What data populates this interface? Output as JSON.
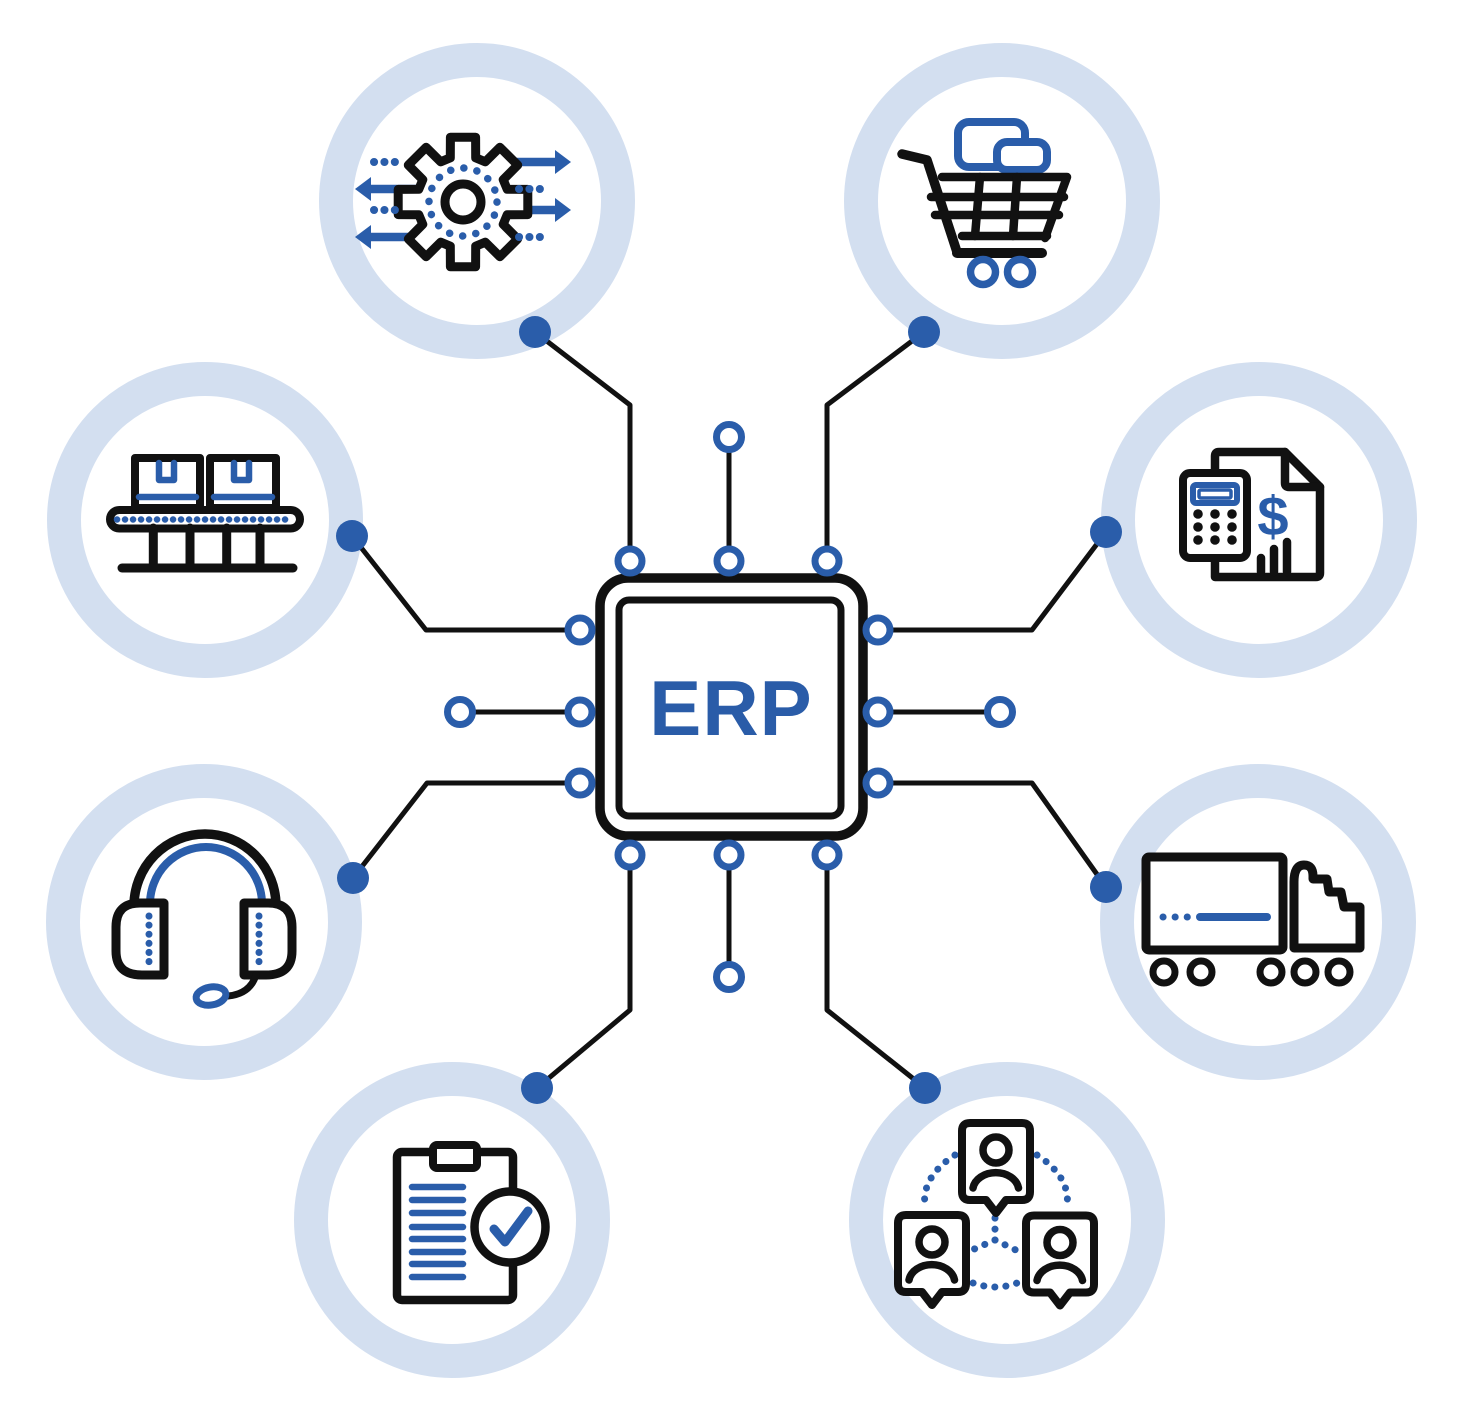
{
  "diagram": {
    "center_chip": {
      "label": "ERP"
    },
    "colors": {
      "accent_blue": "#2a5daa",
      "chip_label_blue": "#2a5ca8",
      "ring_light_blue": "#d3dff0",
      "line_black": "#111111",
      "background": "#ffffff"
    },
    "nodes": [
      {
        "position": "top-left",
        "icon": "gear-process-arrows-icon"
      },
      {
        "position": "top-right",
        "icon": "shopping-cart-icon"
      },
      {
        "position": "left-upper",
        "icon": "conveyor-boxes-icon"
      },
      {
        "position": "right-upper",
        "icon": "calculator-invoice-icon"
      },
      {
        "position": "left-lower",
        "icon": "headset-support-icon"
      },
      {
        "position": "right-lower",
        "icon": "truck-logistics-icon"
      },
      {
        "position": "bottom-left",
        "icon": "clipboard-check-icon"
      },
      {
        "position": "bottom-right",
        "icon": "people-network-icon"
      }
    ]
  }
}
